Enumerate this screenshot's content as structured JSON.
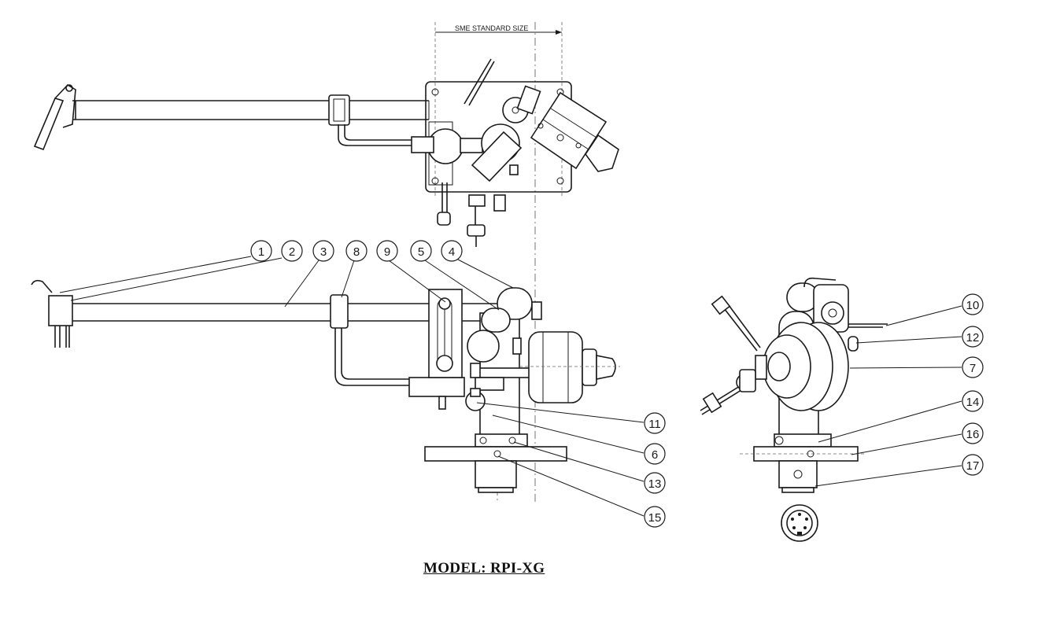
{
  "dimension_label": "SME STANDARD SIZE",
  "model_title": "MODEL:  RPI-XG",
  "callouts": [
    "1",
    "2",
    "3",
    "8",
    "9",
    "5",
    "4",
    "10",
    "12",
    "7",
    "14",
    "16",
    "17",
    "11",
    "6",
    "13",
    "15"
  ]
}
